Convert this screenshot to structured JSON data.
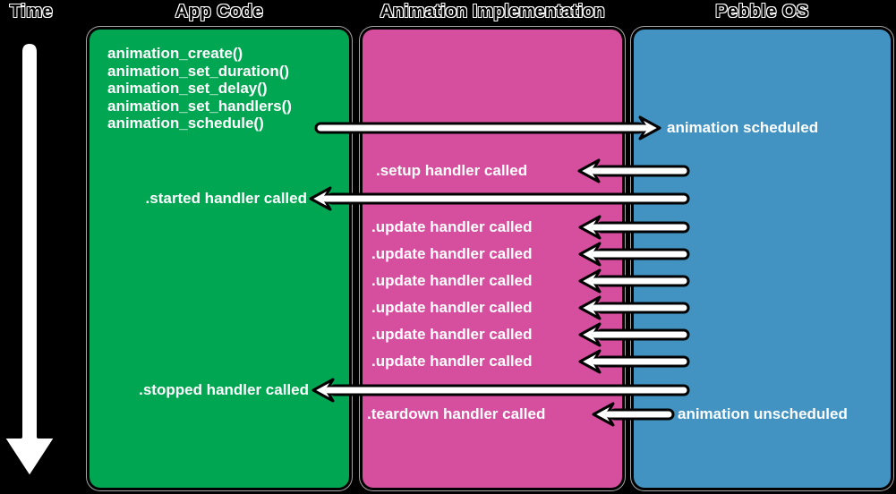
{
  "colors": {
    "background": "#000000",
    "app_code_box": "#00a651",
    "animation_impl_box": "#d64f9e",
    "pebble_os_box": "#4293c2",
    "label_text": "#ffffff",
    "arrow_fill": "#ffffff",
    "arrow_outline": "#000000"
  },
  "headers": {
    "time": "Time",
    "app_code": "App Code",
    "animation_impl": "Animation Implementation",
    "pebble_os": "Pebble OS"
  },
  "app_code": {
    "functions": [
      "animation_create()",
      "animation_set_duration()",
      "animation_set_delay()",
      "animation_set_handlers()",
      "animation_schedule()"
    ],
    "started_label": ".started handler called",
    "stopped_label": ".stopped handler called"
  },
  "animation_impl": {
    "setup_label": ".setup handler called",
    "update_labels": [
      ".update handler called",
      ".update handler called",
      ".update handler called",
      ".update handler called",
      ".update handler called",
      ".update handler called"
    ],
    "teardown_label": ".teardown handler called"
  },
  "pebble_os": {
    "scheduled_label": "animation scheduled",
    "unscheduled_label": "animation unscheduled"
  }
}
